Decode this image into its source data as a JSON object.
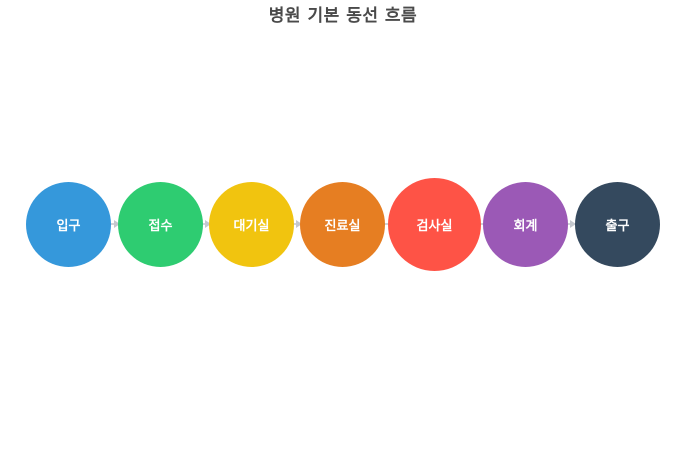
{
  "title": "병원 기본 동선 흐름",
  "nodes": [
    {
      "label": "입구",
      "color": "#3598db"
    },
    {
      "label": "접수",
      "color": "#2ecc71"
    },
    {
      "label": "대기실",
      "color": "#f1c40f"
    },
    {
      "label": "진료실",
      "color": "#e67e22"
    },
    {
      "label": "검사실",
      "color": "#fe5346",
      "emphasized": true
    },
    {
      "label": "회계",
      "color": "#9b59b6"
    },
    {
      "label": "출구",
      "color": "#34495e"
    }
  ],
  "connector_color": "#d0d3d8"
}
